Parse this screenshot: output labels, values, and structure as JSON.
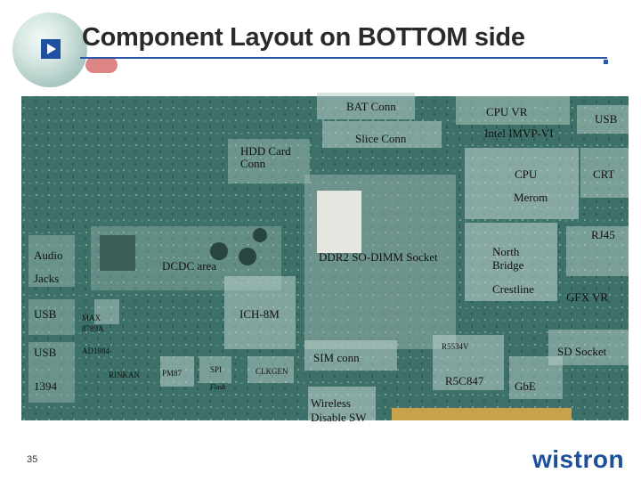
{
  "header": {
    "title": "Component Layout on BOTTOM side"
  },
  "labels": {
    "bat_conn": "BAT Conn",
    "cpu_vr": "CPU VR",
    "usb_top": "USB",
    "intel_imvp": "Intel IMVP-VI",
    "slice_conn": "Slice Conn",
    "hdd_card_conn_1": "HDD Card",
    "hdd_card_conn_2": "Conn",
    "cpu": "CPU",
    "crt": "CRT",
    "merom": "Merom",
    "rj45": "RJ45",
    "audio_1": "Audio",
    "audio_2": "Jacks",
    "dcdc_area": "DCDC area",
    "ddr2": "DDR2 SO-DIMM Socket",
    "north_bridge_1": "North",
    "north_bridge_2": "Bridge",
    "crestline": "Crestline",
    "gfx_vr": "GFX VR",
    "usb_left_1": "USB",
    "max_1": "MAX",
    "max_2": "8789A",
    "ich8m": "ICH-8M",
    "usb_left_2": "USB",
    "ad1984": "AD1984",
    "sim_conn": "SIM conn",
    "r5534v": "R5534V",
    "sd_socket": "SD Socket",
    "ieee1394": "1394",
    "rinkan": "RINKAN",
    "pm87": "PM87",
    "spi_1": "SPI",
    "spi_2": "Flash",
    "clkgen": "CLKGEN",
    "r5c847": "R5C847",
    "gbe": "GbE",
    "wireless_1": "Wireless",
    "wireless_2": "Disable SW"
  },
  "footer": {
    "page_number": "35",
    "logo_text": "wistron"
  }
}
